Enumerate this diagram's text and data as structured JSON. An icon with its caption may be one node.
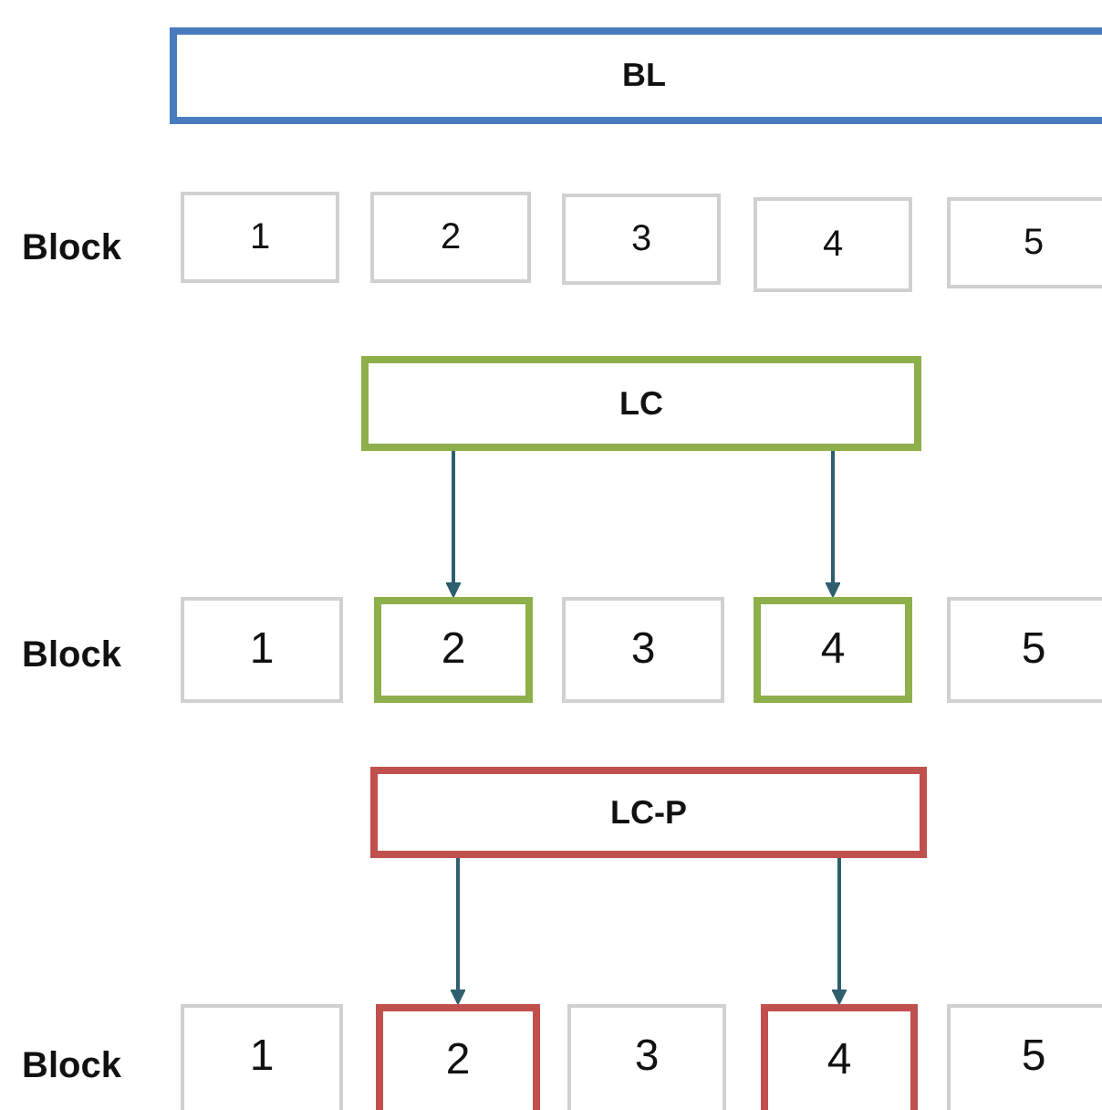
{
  "diagram": {
    "nodes": [
      {
        "text": [
          "BL"
        ]
      },
      {
        "text": [
          "1"
        ]
      },
      {
        "text": [
          "2"
        ]
      },
      {
        "text": [
          "3"
        ]
      },
      {
        "text": [
          "4"
        ]
      },
      {
        "text": [
          "5"
        ]
      },
      {
        "text": [
          "LC"
        ]
      },
      {
        "text": [
          "1"
        ]
      },
      {
        "text": [
          "2"
        ]
      },
      {
        "text": [
          "3"
        ]
      },
      {
        "text": [
          "4"
        ]
      },
      {
        "text": [
          "5"
        ]
      },
      {
        "text": [
          "LC-P"
        ]
      },
      {
        "text": [
          "1"
        ]
      },
      {
        "text": [
          "2"
        ]
      },
      {
        "text": [
          "3"
        ]
      },
      {
        "text": [
          "4"
        ]
      },
      {
        "text": [
          "5"
        ]
      }
    ],
    "edges": [
      {
        "from": 6,
        "to": 8,
        "arrow": "to"
      },
      {
        "from": 6,
        "to": 10,
        "arrow": "to"
      },
      {
        "from": 12,
        "to": 14,
        "arrow": "to"
      },
      {
        "from": 12,
        "to": 16,
        "arrow": "to"
      }
    ],
    "labels": [
      "Block",
      "Block",
      "Block"
    ]
  }
}
